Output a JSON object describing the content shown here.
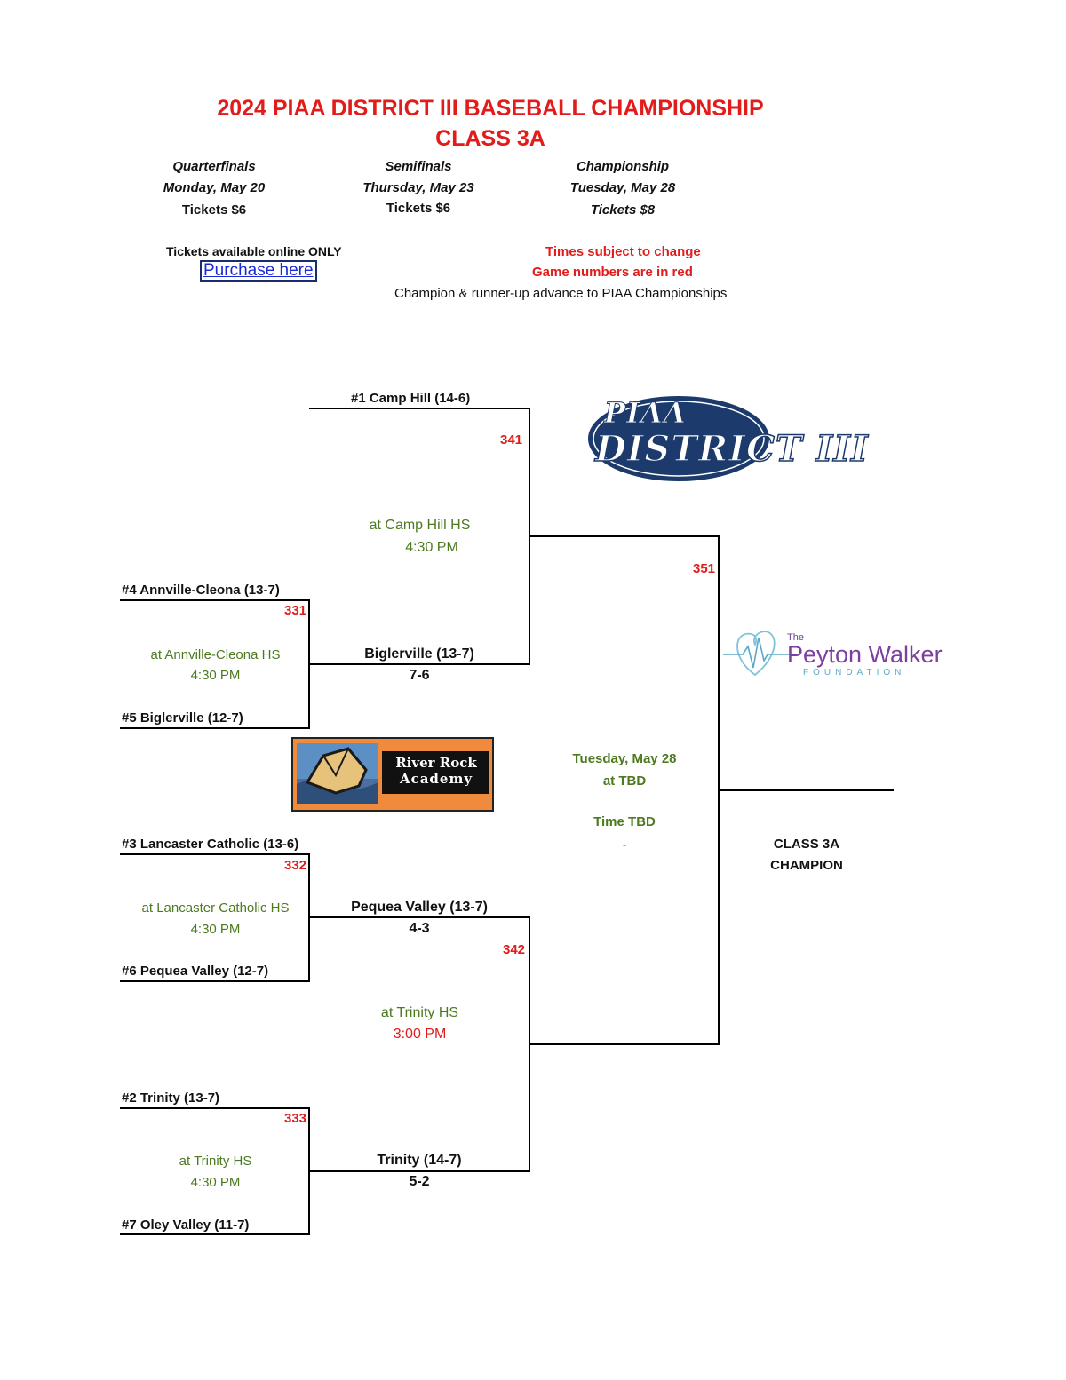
{
  "title": {
    "line1": "2024 PIAA DISTRICT III BASEBALL CHAMPIONSHIP",
    "line2": "CLASS 3A"
  },
  "rounds": [
    {
      "name": "Quarterfinals",
      "date": "Monday, May 20",
      "tickets": "Tickets $6"
    },
    {
      "name": "Semifinals",
      "date": "Thursday, May 23",
      "tickets": "Tickets $6"
    },
    {
      "name": "Championship",
      "date": "Tuesday, May 28",
      "tickets": "Tickets $8"
    }
  ],
  "notes": {
    "tickets_online": "Tickets available online ONLY",
    "purchase_link": "Purchase here",
    "times_change": "Times subject to change",
    "game_numbers": "Game numbers are in red",
    "advance": "Champion & runner-up advance to PIAA Championships"
  },
  "teams": {
    "seed1": "#1 Camp Hill (14-6)",
    "seed4": "#4 Annville-Cleona (13-7)",
    "seed5": "#5 Biglerville (12-7)",
    "seed3": "#3 Lancaster Catholic (13-6)",
    "seed6": "#6 Pequea Valley (12-7)",
    "seed2": "#2 Trinity (13-7)",
    "seed7": "#7 Oley Valley (11-7)"
  },
  "games": {
    "g331": {
      "num": "331",
      "venue": "at Annville-Cleona HS",
      "time": "4:30 PM",
      "winner": "Biglerville (13-7)",
      "score": "7-6"
    },
    "g332": {
      "num": "332",
      "venue": "at Lancaster Catholic HS",
      "time": "4:30 PM",
      "winner": "Pequea Valley (13-7)",
      "score": "4-3"
    },
    "g333": {
      "num": "333",
      "venue": "at Trinity HS",
      "time": "4:30 PM",
      "winner": "Trinity (14-7)",
      "score": "5-2"
    },
    "g341": {
      "num": "341",
      "venue": "at Camp Hill HS",
      "time": "4:30 PM"
    },
    "g342": {
      "num": "342",
      "venue": "at Trinity HS",
      "time": "3:00 PM"
    },
    "g351": {
      "num": "351",
      "date": "Tuesday, May 28",
      "venue": "at TBD",
      "time": "Time TBD",
      "extra": "-"
    }
  },
  "champion": {
    "line1": "CLASS 3A",
    "line2": "CHAMPION"
  },
  "logos": {
    "piaa_line1": "PIAA",
    "piaa_line2": "DISTRICT III",
    "peyton_the": "The",
    "peyton_name": "Peyton Walker",
    "peyton_sub": "FOUNDATION",
    "river_rock_line1": "River Rock",
    "river_rock_line2": "Academy"
  },
  "colors": {
    "accent_red": "#e21b1b",
    "venue_green": "#4d7a1f",
    "link_blue": "#1a2ad6",
    "piaa_navy": "#1c3a6b",
    "peyton_purple": "#7b3fa0"
  }
}
